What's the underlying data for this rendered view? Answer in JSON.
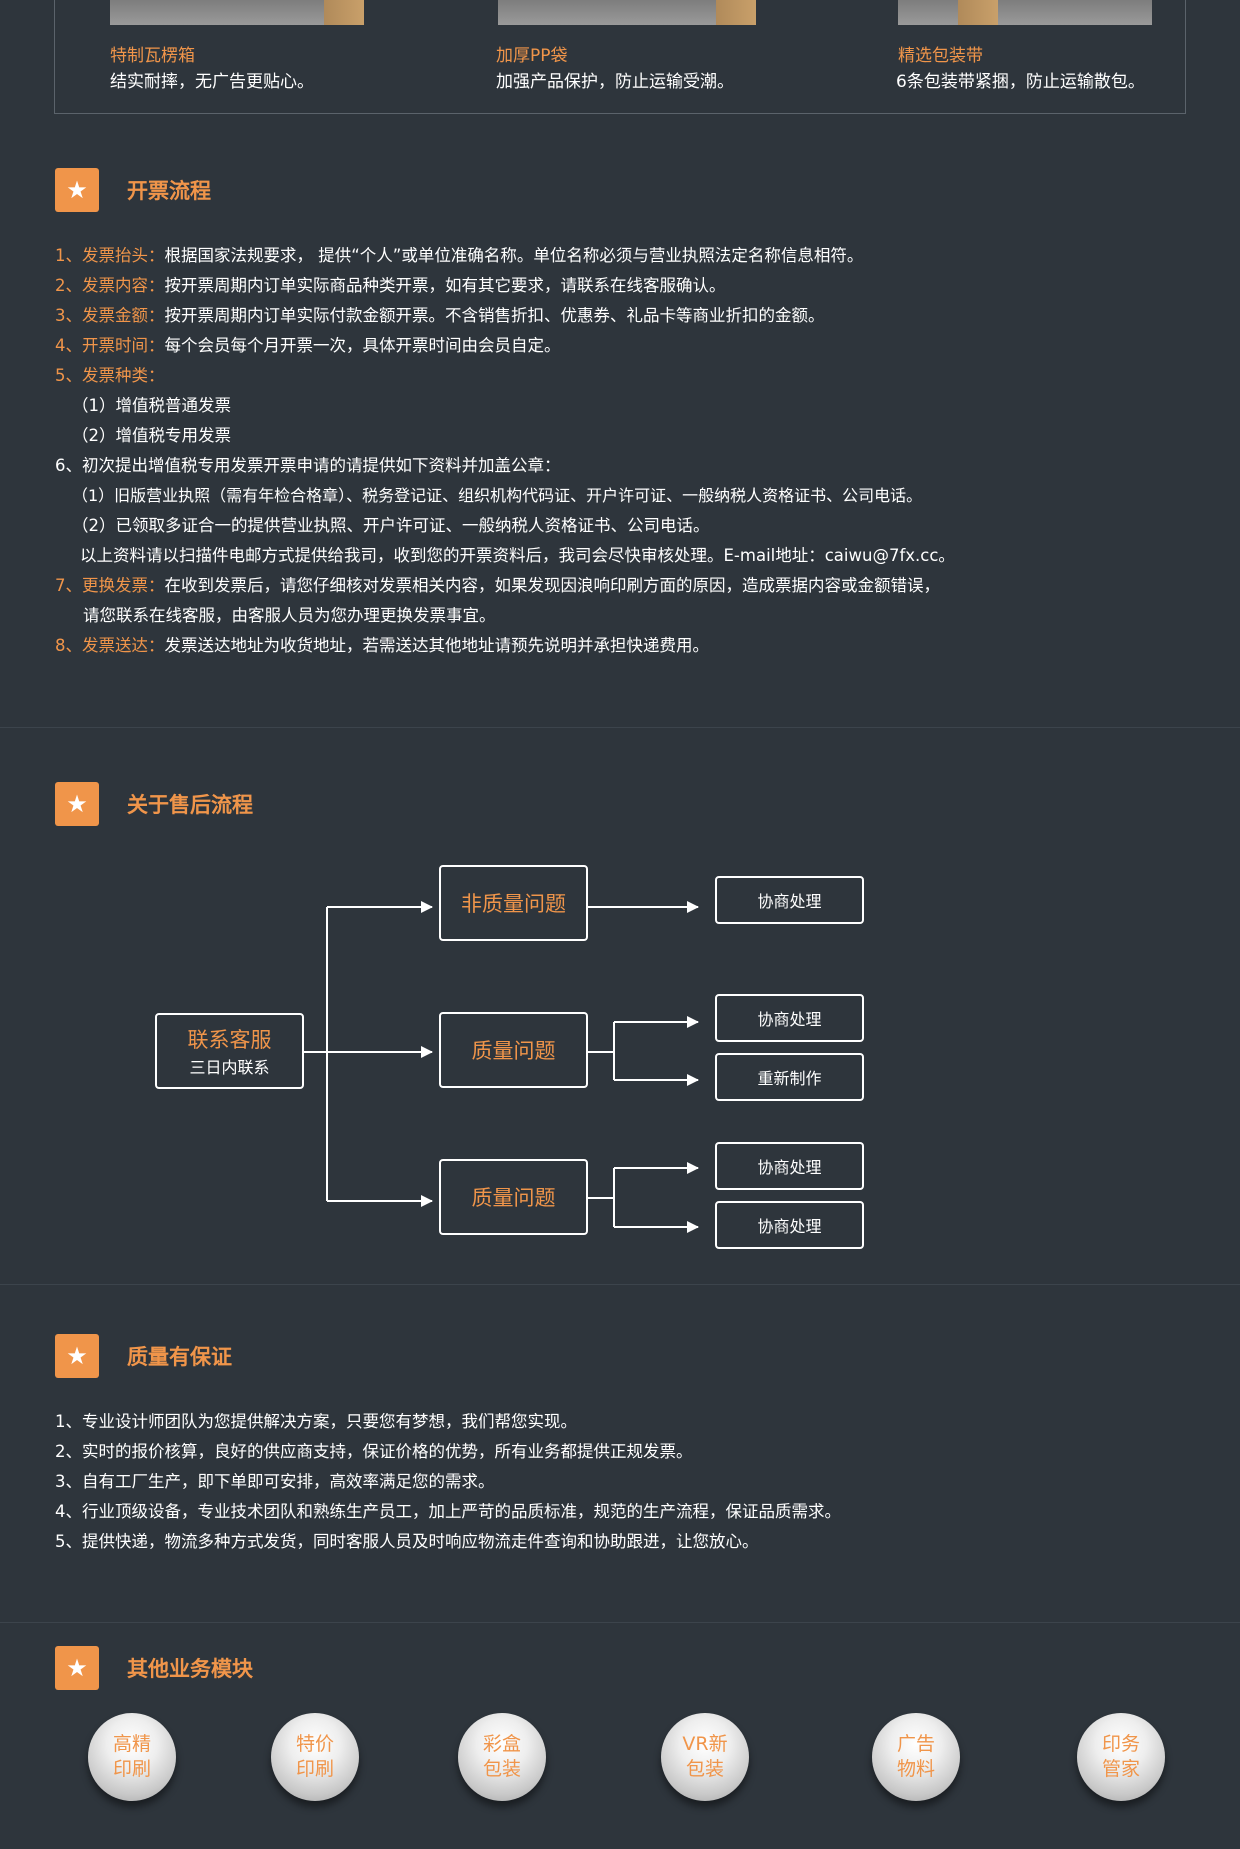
{
  "packaging": [
    {
      "title": "特制瓦楞箱",
      "desc": "结实耐摔，无广告更贴心。"
    },
    {
      "title": "加厚PP袋",
      "desc": "加强产品保护，防止运输受潮。"
    },
    {
      "title": "精选包装带",
      "desc": "6条包装带紧捆，防止运输散包。"
    }
  ],
  "invoice": {
    "title": "开票流程",
    "items": [
      {
        "label": "1、发票抬头：",
        "text": "根据国家法规要求， 提供“个人”或单位准确名称。单位名称必须与营业执照法定名称信息相符。"
      },
      {
        "label": "2、发票内容：",
        "text": "按开票周期内订单实际商品种类开票，如有其它要求，请联系在线客服确认。"
      },
      {
        "label": "3、发票金额：",
        "text": "按开票周期内订单实际付款金额开票。不含销售折扣、优惠券、礼品卡等商业折扣的金额。"
      },
      {
        "label": "4、开票时间：",
        "text": "每个会员每个月开票一次，具体开票时间由会员自定。"
      },
      {
        "label": "5、发票种类：",
        "text": ""
      }
    ],
    "sub5": [
      "（1）增值税普通发票",
      "（2）增值税专用发票"
    ],
    "item6": "6、初次提出增值税专用发票开票申请的请提供如下资料并加盖公章：",
    "sub6": [
      "（1）旧版营业执照（需有年检合格章）、税务登记证、组织机构代码证、开户许可证、一般纳税人资格证书、公司电话。",
      "（2）已领取多证合一的提供营业执照、开户许可证、一般纳税人资格证书、公司电话。"
    ],
    "note6": "以上资料请以扫描件电邮方式提供给我司，收到您的开票资料后，我司会尽快审核处理。E-mail地址：caiwu@7fx.cc。",
    "item7_label": "7、更换发票：",
    "item7_text": "在收到发票后，请您仔细核对发票相关内容，如果发现因浪响印刷方面的原因，造成票据内容或金额错误，",
    "item7_cont": "请您联系在线客服，由客服人员为您办理更换发票事宜。",
    "item8_label": "8、发票送达：",
    "item8_text": "发票送达地址为收货地址，若需送达其他地址请预先说明并承担快递费用。"
  },
  "aftersale": {
    "title": "关于售后流程",
    "start_main": "联系客服",
    "start_sub": "三日内联系",
    "branch1": "非质量问题",
    "branch2": "质量问题",
    "branch3": "质量问题",
    "result1": "协商处理",
    "result2a": "协商处理",
    "result2b": "重新制作",
    "result3a": "协商处理",
    "result3b": "协商处理"
  },
  "quality": {
    "title": "质量有保证",
    "items": [
      "1、专业设计师团队为您提供解决方案，只要您有梦想，我们帮您实现。",
      "2、实时的报价核算，良好的供应商支持，保证价格的优势，所有业务都提供正规发票。",
      "3、自有工厂生产，即下单即可安排，高效率满足您的需求。",
      "4、行业顶级设备，专业技术团队和熟练生产员工，加上严苛的品质标准，规范的生产流程，保证品质需求。",
      "5、提供快递，物流多种方式发货，同时客服人员及时响应物流走件查询和协助跟进，让您放心。"
    ]
  },
  "business": {
    "title": "其他业务模块",
    "balls": [
      {
        "l1": "高精",
        "l2": "印刷"
      },
      {
        "l1": "特价",
        "l2": "印刷"
      },
      {
        "l1": "彩盒",
        "l2": "包装"
      },
      {
        "l1": "VR新",
        "l2": "包装"
      },
      {
        "l1": "广告",
        "l2": "物料"
      },
      {
        "l1": "印务",
        "l2": "管家"
      }
    ]
  },
  "icons": {
    "section": "star-icon"
  },
  "colors": {
    "accent": "#f0954a",
    "background": "#2e353c"
  }
}
